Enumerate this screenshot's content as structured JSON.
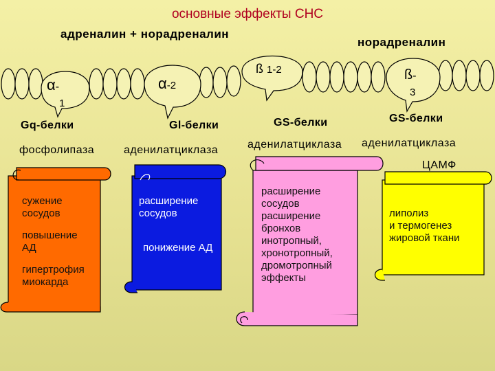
{
  "title": "основные эффекты СНС",
  "ligands": {
    "left": "адреналин + норадреналин",
    "right": "норадреналин"
  },
  "receptors": {
    "a1": {
      "symbol": "α",
      "suffix": "-",
      "line2": "1"
    },
    "a2": {
      "symbol": "α",
      "suffix": "-2"
    },
    "b12": {
      "symbol": "ß",
      "suffix": "1-2"
    },
    "b3": {
      "symbol": "ß",
      "suffix": "-",
      "line2": "3"
    }
  },
  "proteins": {
    "gq": "Gq-белки",
    "gi": "Gl-белки",
    "gs1": "GS-белки",
    "gs2": "GS-белки"
  },
  "enzymes": {
    "plc": "фосфолипаза",
    "ac_inhib": "аденилатциклаза",
    "ac1": "аденилатциклаза",
    "ac2": "аденилатциклаза",
    "camp": "ЦАМФ"
  },
  "effects": {
    "orange": [
      "сужение сосудов",
      "повышение АД",
      "гипертрофия миокарда"
    ],
    "blue": [
      "расширение сосудов",
      "понижение АД"
    ],
    "pink": [
      "расширение сосудов",
      "расширение бронхов",
      "инотропный,",
      "хронотропный,",
      "дромотропный",
      "эффекты"
    ],
    "yellow": [
      "липолиз",
      "и термогенез",
      "жировой ткани"
    ]
  },
  "colors": {
    "title": "#b00020",
    "membrane": "#f5f2b4",
    "orange": "#ff6a00",
    "blue": "#0b1be0",
    "pink": "#ff9ee0",
    "yellow": "#ffff00"
  }
}
